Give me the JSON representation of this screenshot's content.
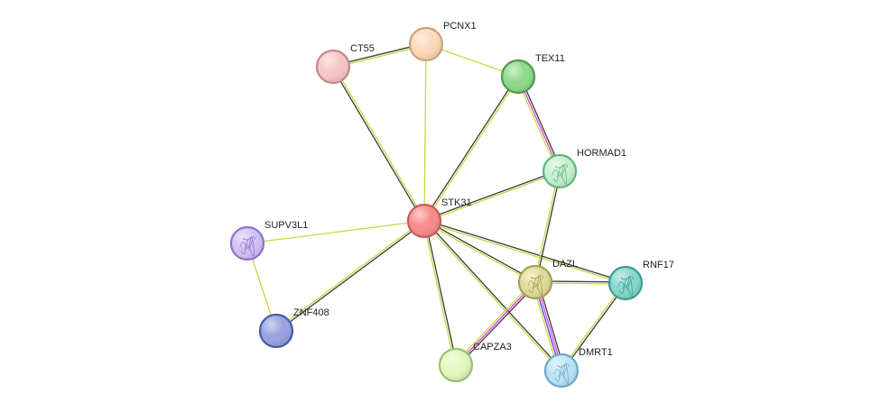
{
  "network": {
    "nodes": [
      {
        "id": "STK31",
        "label": "STK31",
        "color": "#f98b8b",
        "stroke": "#c85a5a",
        "icon": "none"
      },
      {
        "id": "CT55",
        "label": "CT55",
        "color": "#f7c6c6",
        "stroke": "#c48888",
        "icon": "none"
      },
      {
        "id": "PCNX1",
        "label": "PCNX1",
        "color": "#fcd9b8",
        "stroke": "#c9a27a",
        "icon": "none"
      },
      {
        "id": "TEX11",
        "label": "TEX11",
        "color": "#8fd98a",
        "stroke": "#4e9a49",
        "icon": "none"
      },
      {
        "id": "HORMAD1",
        "label": "HORMAD1",
        "color": "#c6f0d2",
        "stroke": "#5cb878",
        "icon": "protein-structure-icon"
      },
      {
        "id": "SUPV3L1",
        "label": "SUPV3L1",
        "color": "#d2c2f7",
        "stroke": "#8c72c9",
        "icon": "protein-structure-icon"
      },
      {
        "id": "ZNF408",
        "label": "ZNF408",
        "color": "#97a2e0",
        "stroke": "#4b5aa8",
        "icon": "none"
      },
      {
        "id": "DAZL",
        "label": "DAZL",
        "color": "#e0dd98",
        "stroke": "#a4a055",
        "icon": "protein-structure-icon"
      },
      {
        "id": "RNF17",
        "label": "RNF17",
        "color": "#86d8cc",
        "stroke": "#3d9d90",
        "icon": "protein-structure-icon"
      },
      {
        "id": "CAPZA3",
        "label": "CAPZA3",
        "color": "#e2f8bd",
        "stroke": "#9cbf6f",
        "icon": "none"
      },
      {
        "id": "DMRT1",
        "label": "DMRT1",
        "color": "#bde4f8",
        "stroke": "#6fa7c8",
        "icon": "protein-structure-icon"
      }
    ],
    "edges": [
      {
        "source": "STK31",
        "target": "CT55",
        "colors": [
          "#3a3a3a",
          "#c8d840"
        ]
      },
      {
        "source": "STK31",
        "target": "PCNX1",
        "colors": [
          "#c8d840"
        ]
      },
      {
        "source": "STK31",
        "target": "TEX11",
        "colors": [
          "#3a3a3a",
          "#c8d840"
        ]
      },
      {
        "source": "STK31",
        "target": "HORMAD1",
        "colors": [
          "#3a3a3a",
          "#c8d840"
        ]
      },
      {
        "source": "STK31",
        "target": "SUPV3L1",
        "colors": [
          "#c8d840"
        ]
      },
      {
        "source": "STK31",
        "target": "ZNF408",
        "colors": [
          "#3a3a3a",
          "#c8d840"
        ]
      },
      {
        "source": "STK31",
        "target": "DAZL",
        "colors": [
          "#3a3a3a",
          "#c8d840"
        ]
      },
      {
        "source": "STK31",
        "target": "RNF17",
        "colors": [
          "#3a3a3a",
          "#c8d840"
        ]
      },
      {
        "source": "STK31",
        "target": "CAPZA3",
        "colors": [
          "#3a3a3a",
          "#c8d840"
        ]
      },
      {
        "source": "STK31",
        "target": "DMRT1",
        "colors": [
          "#3a3a3a",
          "#c8d840"
        ]
      },
      {
        "source": "CT55",
        "target": "PCNX1",
        "colors": [
          "#3a3a3a",
          "#c8d840"
        ]
      },
      {
        "source": "PCNX1",
        "target": "TEX11",
        "colors": [
          "#c8d840"
        ]
      },
      {
        "source": "TEX11",
        "target": "HORMAD1",
        "colors": [
          "#3a3a3a",
          "#e040e0",
          "#c8d840"
        ]
      },
      {
        "source": "HORMAD1",
        "target": "DAZL",
        "colors": [
          "#3a3a3a",
          "#c8d840"
        ]
      },
      {
        "source": "SUPV3L1",
        "target": "ZNF408",
        "colors": [
          "#c8d840"
        ]
      },
      {
        "source": "DAZL",
        "target": "RNF17",
        "colors": [
          "#3a3a3a",
          "#c8d840"
        ]
      },
      {
        "source": "DAZL",
        "target": "CAPZA3",
        "colors": [
          "#3a3a3a",
          "#e040e0",
          "#c8d840"
        ]
      },
      {
        "source": "DAZL",
        "target": "DMRT1",
        "colors": [
          "#3a3a3a",
          "#e040e0",
          "#4a4ae0",
          "#c8d840"
        ]
      },
      {
        "source": "RNF17",
        "target": "DMRT1",
        "colors": [
          "#3a3a3a",
          "#c8d840"
        ]
      }
    ]
  }
}
